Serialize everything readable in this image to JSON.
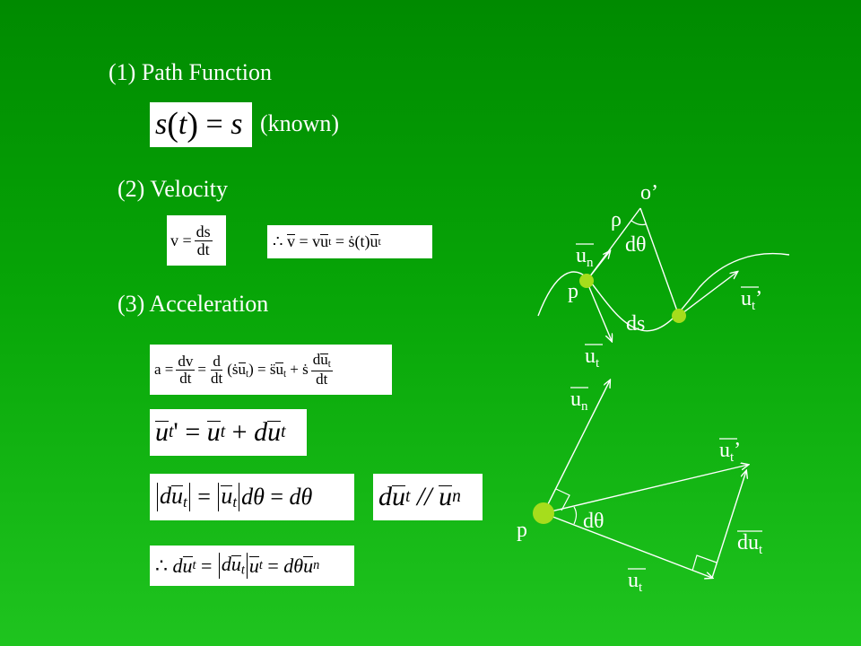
{
  "headings": {
    "path": "(1) Path Function",
    "known": "(known)",
    "velocity": "(2) Velocity",
    "acceleration": "(3) Acceleration"
  },
  "diagram_top": {
    "o_prime": "o’",
    "rho": "ρ",
    "dtheta": "dθ",
    "un": "u",
    "un_sub": "n",
    "p": "p",
    "ut_prime": "u",
    "ut_prime_sub": "t",
    "ut_prime_mark": "’",
    "ds": "ds",
    "ut": "u",
    "ut_sub": "t"
  },
  "diagram_bottom": {
    "un": "u",
    "un_sub": "n",
    "ut_prime": "u",
    "ut_prime_sub": "t",
    "ut_prime_mark": "’",
    "p": "p",
    "dtheta": "dθ",
    "dut": "du",
    "dut_sub": "t",
    "ut": "u",
    "ut_sub": "t"
  },
  "colors": {
    "point": "#a6dd1c",
    "line": "#ffffff",
    "box": "#ffffff"
  }
}
